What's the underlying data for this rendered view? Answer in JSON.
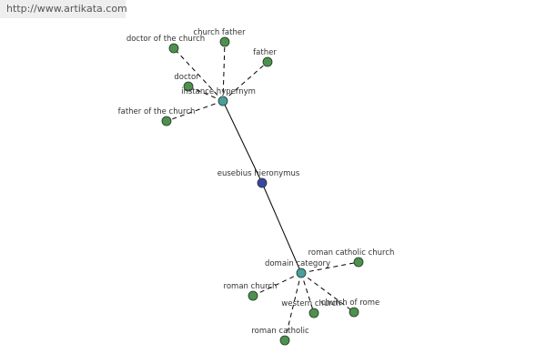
{
  "watermark": {
    "text": "http://www.artikata.com"
  },
  "colors": {
    "leaf_node": "#4f8f4f",
    "hub_node": "#4a9ea0",
    "center_node": "#3b44a8",
    "node_stroke": "#1f3a1f"
  },
  "graph": {
    "center": {
      "id": "center",
      "label": "eusebius hieronymus",
      "kind": "center"
    },
    "hubs": [
      {
        "id": "hub-instance-hypernym",
        "label": "instance hypernym",
        "kind": "hub"
      },
      {
        "id": "hub-domain-category",
        "label": "domain category",
        "kind": "hub"
      }
    ],
    "leaves": [
      {
        "id": "leaf-doctor-of-the-church",
        "label": "doctor of the church",
        "hub": "hub-instance-hypernym"
      },
      {
        "id": "leaf-church-father",
        "label": "church father",
        "hub": "hub-instance-hypernym"
      },
      {
        "id": "leaf-father",
        "label": "father",
        "hub": "hub-instance-hypernym"
      },
      {
        "id": "leaf-doctor",
        "label": "doctor",
        "hub": "hub-instance-hypernym"
      },
      {
        "id": "leaf-father-of-the-church",
        "label": "father of the church",
        "hub": "hub-instance-hypernym"
      },
      {
        "id": "leaf-roman-catholic-church",
        "label": "roman catholic church",
        "hub": "hub-domain-category"
      },
      {
        "id": "leaf-roman-church",
        "label": "roman church",
        "hub": "hub-domain-category"
      },
      {
        "id": "leaf-western-church",
        "label": "western church",
        "hub": "hub-domain-category"
      },
      {
        "id": "leaf-church-of-rome",
        "label": "church of rome",
        "hub": "hub-domain-category"
      },
      {
        "id": "leaf-roman-catholic",
        "label": "roman catholic",
        "hub": "hub-domain-category"
      }
    ]
  }
}
